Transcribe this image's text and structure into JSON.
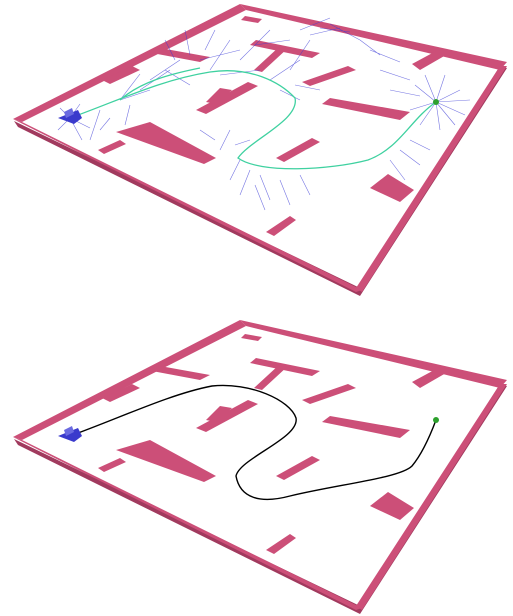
{
  "colors": {
    "wall": "#cc4f78",
    "wall_shadow": "#a13a5e",
    "floor": "#ffffff",
    "tree_edges": "#3b3bd6",
    "solution_path_tree": "#3fd1a0",
    "solution_path_final": "#000000",
    "goal_marker": "#2ca02c",
    "robot": "#3a3acc"
  },
  "panels": [
    {
      "id": "top",
      "content": "planning-tree-with-path"
    },
    {
      "id": "bottom",
      "content": "final-path"
    }
  ]
}
